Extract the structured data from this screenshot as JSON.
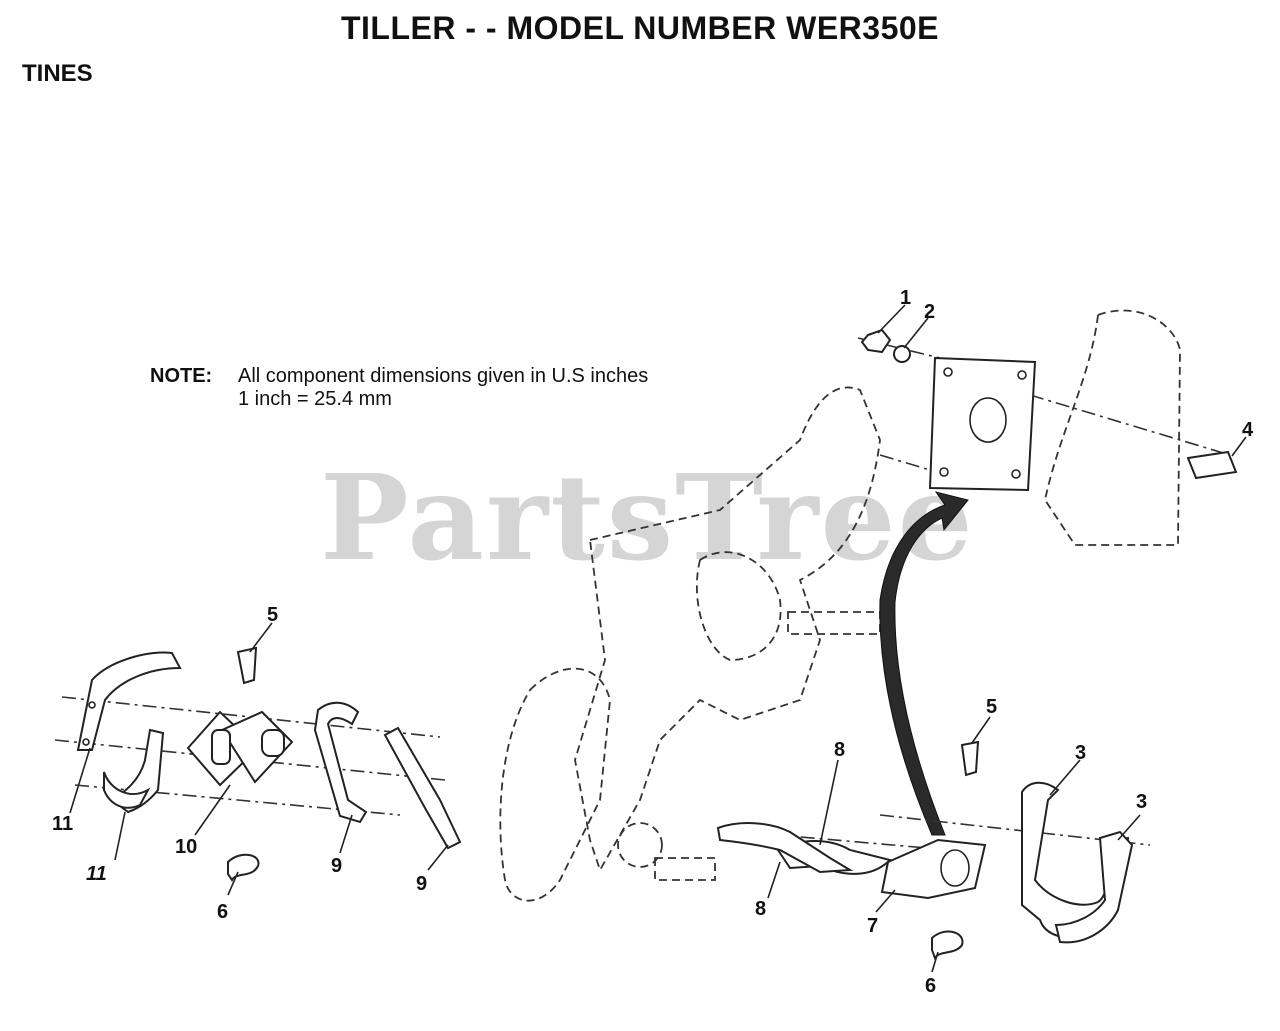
{
  "title": "TILLER - - MODEL NUMBER WER350E",
  "section": "TINES",
  "note": {
    "label": "NOTE:",
    "line1": "All component dimensions given in U.S  inches",
    "line2": "1 inch = 25.4 mm"
  },
  "watermark": "PartsTree",
  "callouts": [
    "1",
    "2",
    "4",
    "5",
    "11",
    "10",
    "6",
    "9",
    "9",
    "11",
    "5",
    "8",
    "3",
    "3",
    "8",
    "7",
    "6"
  ]
}
